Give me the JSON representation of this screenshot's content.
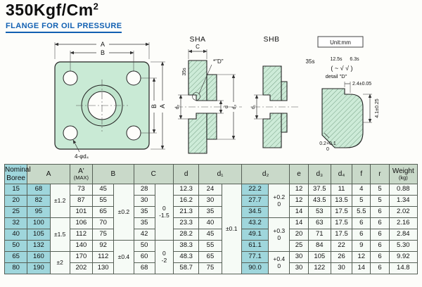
{
  "page": {
    "title": "350Kgf/Cm",
    "title_sup": "2",
    "subtitle": "FLANGE FOR OIL PRESSURE"
  },
  "drawings": {
    "unit_label": "Unit:mm",
    "sha_title": "SHA",
    "shb_title": "SHB",
    "front_view": {
      "dim_a_top": "A",
      "dim_b_top": "B",
      "dim_a_right": "A",
      "dim_b_right": "B",
      "bolt_holes_label": "4-φd₄"
    },
    "sha_view": {
      "dim_c": "C",
      "roughness": "35s",
      "detail_callout": "*\"D\"",
      "dim_d": "d",
      "dim_d2": "d₂",
      "dim_d3": "d₃"
    },
    "shb_view": {
      "dim_d1": "d₁"
    },
    "notes": {
      "rough_35": "35s",
      "rough_125": "12.5s",
      "rough_63": "6.3s",
      "rough_symbols": "( ~ √ √ )",
      "detail_label": "detail \"D\""
    },
    "detail_view": {
      "dim_chamfer": "2.4±0.05",
      "dim_depth": "4.1±0.25",
      "dim_gap_line1": "0.2+0.1",
      "dim_gap_line2": "0"
    }
  },
  "table": {
    "headers": {
      "nominal": [
        "Nominal",
        "Boree"
      ],
      "a": "A",
      "a_max": [
        "A'",
        "(MAX)"
      ],
      "b": "B",
      "c": "C",
      "d": "d",
      "d1": "d₁",
      "d2": "d₂",
      "e": "e",
      "d3": "d₃",
      "d4": "d₄",
      "f": "f",
      "r": "r",
      "weight": [
        "Weight",
        "(kg)"
      ]
    },
    "rows": [
      {
        "bore": "15",
        "a": "68",
        "a_max": "73",
        "b": "45",
        "c": "28",
        "d": "12.3",
        "d1": "24",
        "d2": "22.2",
        "e": "12",
        "d3": "37.5",
        "d4": "11",
        "f": "4",
        "r": "5",
        "w": "0.88"
      },
      {
        "bore": "20",
        "a": "82",
        "a_max": "87",
        "b": "55",
        "c": "30",
        "d": "16.2",
        "d1": "30",
        "d2": "27.7",
        "e": "12",
        "d3": "43.5",
        "d4": "13.5",
        "f": "5",
        "r": "5",
        "w": "1.34"
      },
      {
        "bore": "25",
        "a": "95",
        "a_max": "101",
        "b": "65",
        "c": "35",
        "d": "21.3",
        "d1": "35",
        "d2": "34.5",
        "e": "14",
        "d3": "53",
        "d4": "17.5",
        "f": "5.5",
        "r": "6",
        "w": "2.02"
      },
      {
        "bore": "32",
        "a": "100",
        "a_max": "106",
        "b": "70",
        "c": "35",
        "d": "23.3",
        "d1": "40",
        "d2": "43.2",
        "e": "14",
        "d3": "63",
        "d4": "17.5",
        "f": "6",
        "r": "6",
        "w": "2.16"
      },
      {
        "bore": "40",
        "a": "105",
        "a_max": "112",
        "b": "75",
        "c": "42",
        "d": "28.2",
        "d1": "45",
        "d2": "49.1",
        "e": "20",
        "d3": "71",
        "d4": "17.5",
        "f": "6",
        "r": "6",
        "w": "2.84"
      },
      {
        "bore": "50",
        "a": "132",
        "a_max": "140",
        "b": "92",
        "c": "50",
        "d": "38.3",
        "d1": "55",
        "d2": "61.1",
        "e": "25",
        "d3": "84",
        "d4": "22",
        "f": "9",
        "r": "6",
        "w": "5.30"
      },
      {
        "bore": "65",
        "a": "160",
        "a_max": "170",
        "b": "112",
        "c": "60",
        "d": "48.3",
        "d1": "65",
        "d2": "77.1",
        "e": "30",
        "d3": "105",
        "d4": "26",
        "f": "12",
        "r": "6",
        "w": "9.92"
      },
      {
        "bore": "80",
        "a": "190",
        "a_max": "202",
        "b": "130",
        "c": "68",
        "d": "58.7",
        "d1": "75",
        "d2": "90.0",
        "e": "30",
        "d3": "122",
        "d4": "30",
        "f": "14",
        "r": "6",
        "w": "14.8"
      }
    ],
    "tolerances": {
      "a": [
        {
          "span": 3,
          "text": "±1.2"
        },
        {
          "span": 3,
          "text": "±1.5"
        },
        {
          "span": 2,
          "text": "±2"
        }
      ],
      "b": [
        {
          "span": 5,
          "text": "±0.2"
        },
        {
          "span": 3,
          "text": "±0.4"
        }
      ],
      "c": [
        {
          "span": 5,
          "lines": [
            "0",
            "-1.5"
          ]
        },
        {
          "span": 3,
          "lines": [
            "0",
            "-2"
          ]
        }
      ],
      "d1": [
        {
          "span": 8,
          "text": "±0.1"
        }
      ],
      "d2": [
        {
          "span": 3,
          "lines": [
            "+0.2",
            "0"
          ]
        },
        {
          "span": 3,
          "lines": [
            "+0.3",
            "0"
          ]
        },
        {
          "span": 2,
          "lines": [
            "+0.4",
            "0"
          ]
        }
      ]
    }
  }
}
